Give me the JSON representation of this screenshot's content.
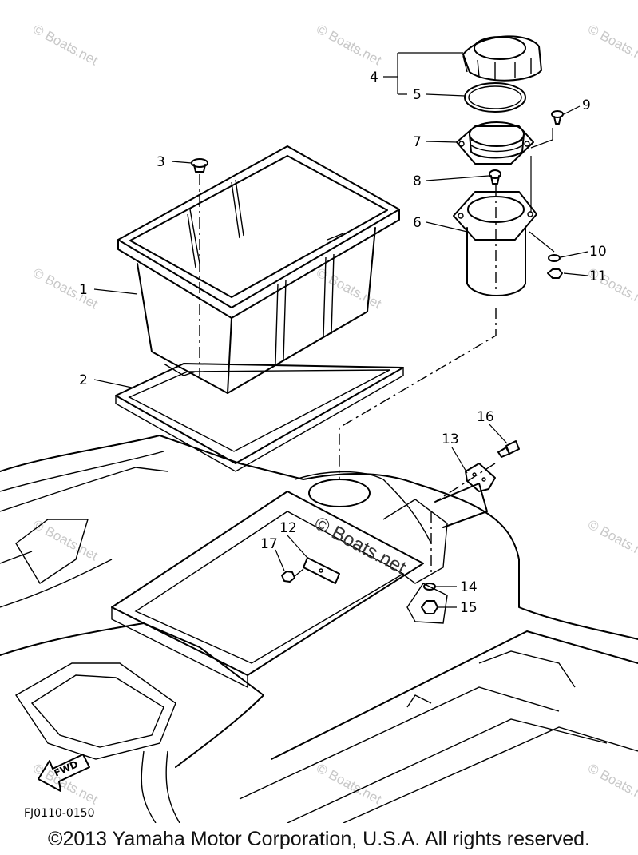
{
  "diagram": {
    "part_labels": [
      "1",
      "2",
      "3",
      "4",
      "5",
      "6",
      "7",
      "8",
      "9",
      "10",
      "11",
      "12",
      "13",
      "14",
      "15",
      "16",
      "17"
    ],
    "watermark": "© Boats.net",
    "center_watermark": "© Boats.net",
    "fwd_label": "FWD",
    "diagram_code": "FJ0110-0150"
  },
  "footer": {
    "copyright": "©2013 Yamaha Motor Corporation, U.S.A. All rights reserved."
  }
}
